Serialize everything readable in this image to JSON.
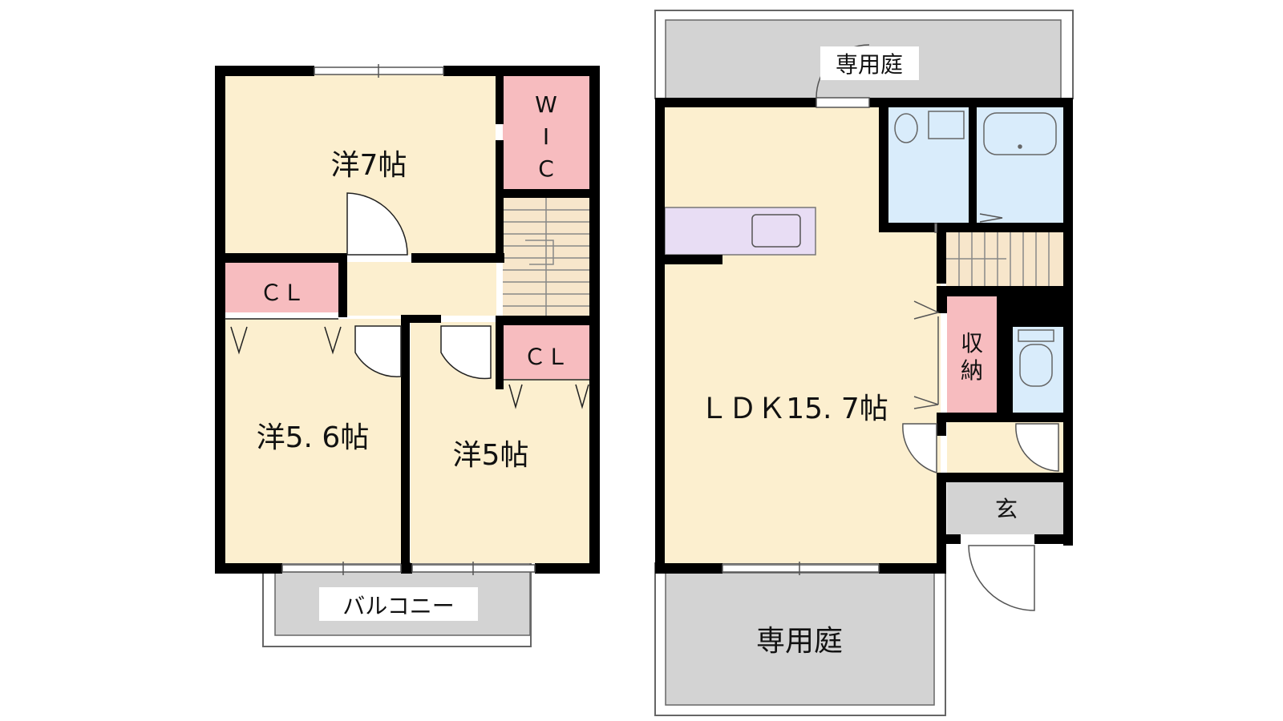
{
  "upper_floor": {
    "room_western_7": "洋7帖",
    "wic_1": "W",
    "wic_2": "I",
    "wic_3": "C",
    "closet_left": "ＣＬ",
    "closet_right": "ＣＬ",
    "room_western_56": "洋5. 6帖",
    "room_western_5": "洋5帖",
    "balcony": "バルコニー"
  },
  "lower_floor": {
    "garden_top": "専用庭",
    "ldk": "ＬＤＫ15. 7帖",
    "storage_1": "収",
    "storage_2": "納",
    "entrance": "玄",
    "garden_bottom": "専用庭"
  },
  "colors": {
    "room": "#fcefcf",
    "closet": "#f7bcbf",
    "wet_area": "#d9ecfb",
    "kitchen": "#e8ddf4",
    "outdoor": "#d3d3d3",
    "stairs": "#f7e6cb",
    "wall": "#000000"
  }
}
